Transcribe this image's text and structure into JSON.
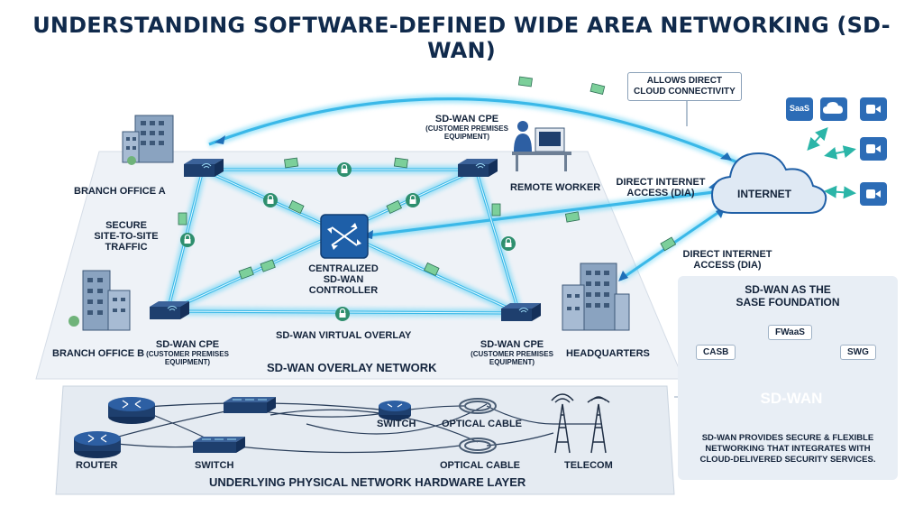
{
  "title": "UNDERSTANDING SOFTWARE-DEFINED WIDE AREA NETWORKING (SD-WAN)",
  "overlay": {
    "branch_a": "BRANCH OFFICE A",
    "branch_b": "BRANCH OFFICE B",
    "remote_worker": "REMOTE WORKER",
    "headquarters": "HEADQUARTERS",
    "cpe_top_label": "SD-WAN CPE",
    "cpe_top_sub1": "(CUSTOMER PREMISES",
    "cpe_top_sub2": "EQUIPMENT)",
    "cpe_bl_label": "SD-WAN CPE",
    "cpe_bl_sub1": "(CUSTOMER PREMISES",
    "cpe_bl_sub2": "EQUIPMENT)",
    "cpe_br_label": "SD-WAN CPE",
    "cpe_br_sub1": "(CUSTOMER PREMISES",
    "cpe_br_sub2": "EQUIPMENT)",
    "secure_1": "SECURE",
    "secure_2": "SITE-TO-SITE",
    "secure_3": "TRAFFIC",
    "controller_1": "CENTRALIZED",
    "controller_2": "SD-WAN",
    "controller_3": "CONTROLLER",
    "virtual_overlay": "SD-WAN VIRTUAL OVERLAY",
    "overlay_network": "SD-WAN OVERLAY NETWORK"
  },
  "internet": {
    "label": "INTERNET",
    "callout_1": "ALLOWS DIRECT",
    "callout_2": "CLOUD CONNECTIVITY",
    "dia_1_line1": "DIRECT INTERNET",
    "dia_1_line2": "ACCESS (DIA)",
    "dia_2_line1": "DIRECT INTERNET",
    "dia_2_line2": "ACCESS (DIA)",
    "saas": "SaaS"
  },
  "physical": {
    "router": "ROUTER",
    "switch_1": "SWITCH",
    "switch_2": "SWITCH",
    "optical_1": "OPTICAL CABLE",
    "optical_2": "OPTICAL CABLE",
    "telecom": "TELECOM",
    "layer": "UNDERLYING PHYSICAL NETWORK HARDWARE LAYER"
  },
  "sase": {
    "title_1": "SD-WAN AS THE",
    "title_2": "SASE FOUNDATION",
    "fwaas": "FWaaS",
    "casb": "CASB",
    "swg": "SWG",
    "sdwan": "SD-WAN",
    "desc_1": "SD-WAN PROVIDES SECURE & FLEXIBLE",
    "desc_2": "NETWORKING THAT INTEGRATES WITH",
    "desc_3": "CLOUD-DELIVERED SECURITY SERVICES."
  },
  "colors": {
    "link": "#4cc9f0",
    "link_core": "#e8fbff",
    "device": "#1e3f6e",
    "accent": "#1f6fb8",
    "panel": "#eef2f7"
  }
}
